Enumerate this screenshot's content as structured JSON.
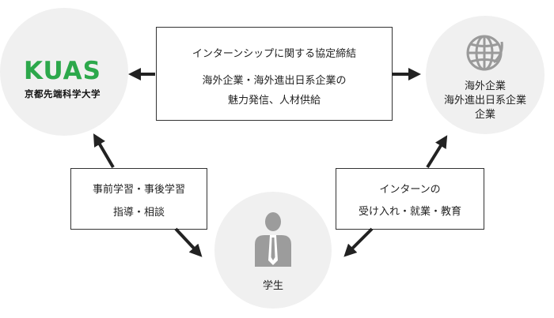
{
  "nodes": {
    "university": {
      "logo_text": "KUAS",
      "name": "京都先端科学大学"
    },
    "companies": {
      "lines": [
        "海外企業",
        "海外進出日系企業",
        "企業"
      ]
    },
    "student": {
      "label": "学生"
    }
  },
  "boxes": {
    "top": {
      "line1": "インターンシップに関する協定締結",
      "line2": "海外企業・海外進出日系企業の",
      "line3": "魅力発信、人材供給"
    },
    "left": {
      "line1": "事前学習・事後学習",
      "line2": "指導・相談"
    },
    "right": {
      "line1": "インターンの",
      "line2": "受け入れ・就業・教育"
    }
  },
  "icons": {
    "university": "kuas-logo",
    "companies": "globe-icon",
    "student": "person-icon"
  },
  "colors": {
    "circle": "#f0f0f0",
    "logo_green": "#2ca84b",
    "arrow": "#222222",
    "icon_gray": "#999999"
  }
}
